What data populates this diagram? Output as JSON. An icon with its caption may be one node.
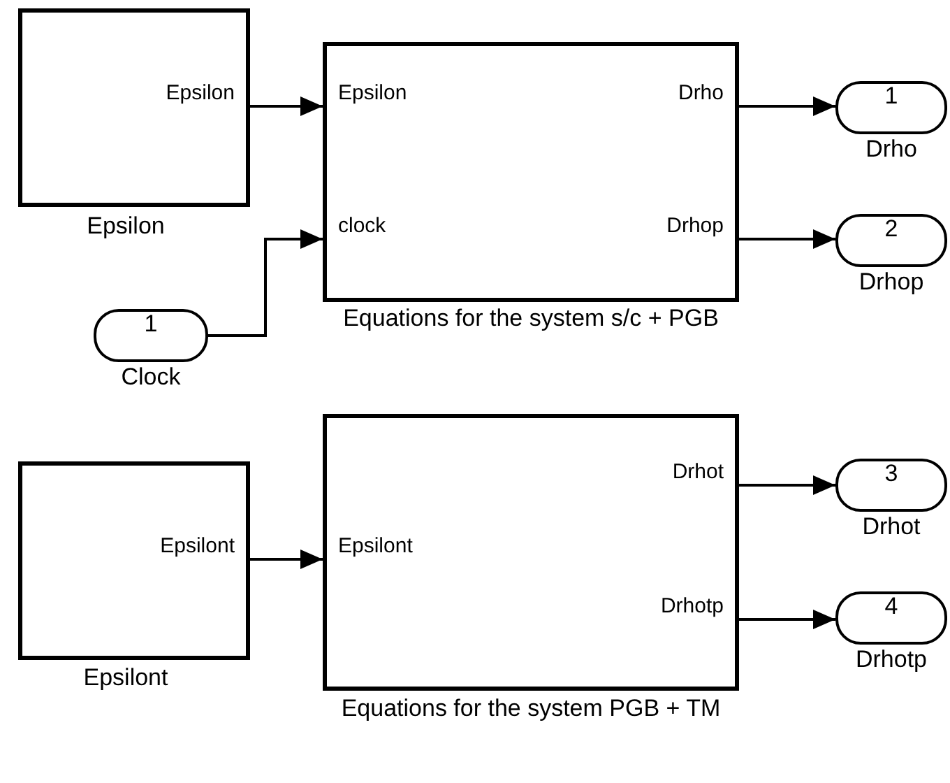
{
  "diagram": {
    "nodes": [
      {
        "text": [
          "Epsilon"
        ],
        "beside": [
          "Epsilon"
        ]
      },
      {
        "text": [
          "Epsilon",
          "clock",
          "Drho",
          "Drhop"
        ],
        "beside": [
          "Equations for the system s/c + PGB"
        ]
      },
      {
        "text": [
          "1"
        ],
        "beside": [
          "Drho"
        ]
      },
      {
        "text": [
          "2"
        ],
        "beside": [
          "Drhop"
        ]
      },
      {
        "text": [
          "1"
        ],
        "beside": [
          "Clock"
        ]
      },
      {
        "text": [
          "Epsilont"
        ],
        "beside": [
          "Epsilont"
        ]
      },
      {
        "text": [
          "Epsilont",
          "Drhot",
          "Drhotp"
        ],
        "beside": [
          "Equations for the system PGB + TM"
        ]
      },
      {
        "text": [
          "3"
        ],
        "beside": [
          "Drhot"
        ]
      },
      {
        "text": [
          "4"
        ],
        "beside": [
          "Drhotp"
        ]
      }
    ],
    "edges": [
      {
        "from": 0,
        "to": 1,
        "arrow": "to"
      },
      {
        "from": 4,
        "to": 1,
        "arrow": "to"
      },
      {
        "from": 1,
        "to": 2,
        "arrow": "to"
      },
      {
        "from": 1,
        "to": 3,
        "arrow": "to"
      },
      {
        "from": 5,
        "to": 6,
        "arrow": "to"
      },
      {
        "from": 6,
        "to": 7,
        "arrow": "to"
      },
      {
        "from": 6,
        "to": 8,
        "arrow": "to"
      }
    ]
  }
}
